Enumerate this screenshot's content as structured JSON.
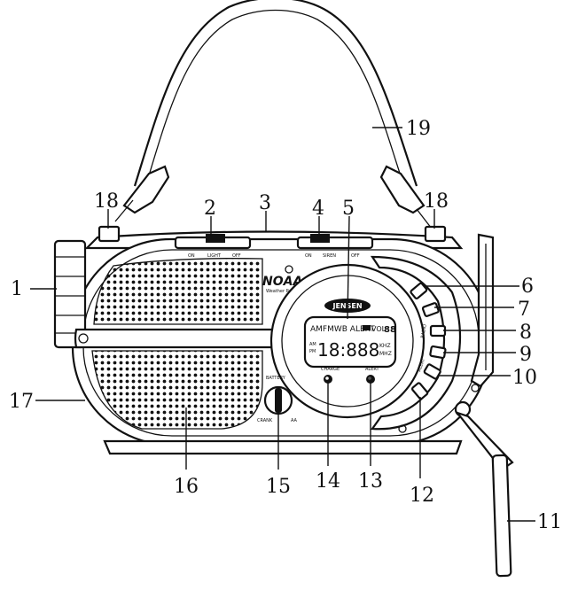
{
  "callouts": {
    "c1": "1",
    "c2": "2",
    "c3": "3",
    "c4": "4",
    "c5": "5",
    "c6": "6",
    "c7": "7",
    "c8": "8",
    "c9": "9",
    "c10": "10",
    "c11": "11",
    "c12": "12",
    "c13": "13",
    "c14": "14",
    "c15": "15",
    "c16": "16",
    "c17": "17",
    "c18a": "18",
    "c18b": "18",
    "c19": "19"
  },
  "switches": {
    "light": {
      "on": "ON",
      "name": "LIGHT",
      "off": "OFF"
    },
    "siren": {
      "on": "ON",
      "name": "SIREN",
      "off": "OFF"
    }
  },
  "badges": {
    "noaa": "NOAA",
    "noaa_sub": "Weather Radio",
    "brand": "JENSEN"
  },
  "lcd": {
    "band_row": "AMFMWB ALERT",
    "vol_label": "VOL",
    "vol_digits": "88",
    "am": "AM",
    "pm": "PM",
    "digits": "18:888",
    "khz": "KHZ",
    "mhz": "MHZ"
  },
  "indicators": {
    "charge": "CHARGE",
    "alert": "ALERT"
  },
  "battery_selector": {
    "title": "BATTERY",
    "left": "CRANK",
    "right": "AA"
  },
  "side_labels": {
    "radio": "RADIO",
    "alert_side": "ALERT"
  }
}
